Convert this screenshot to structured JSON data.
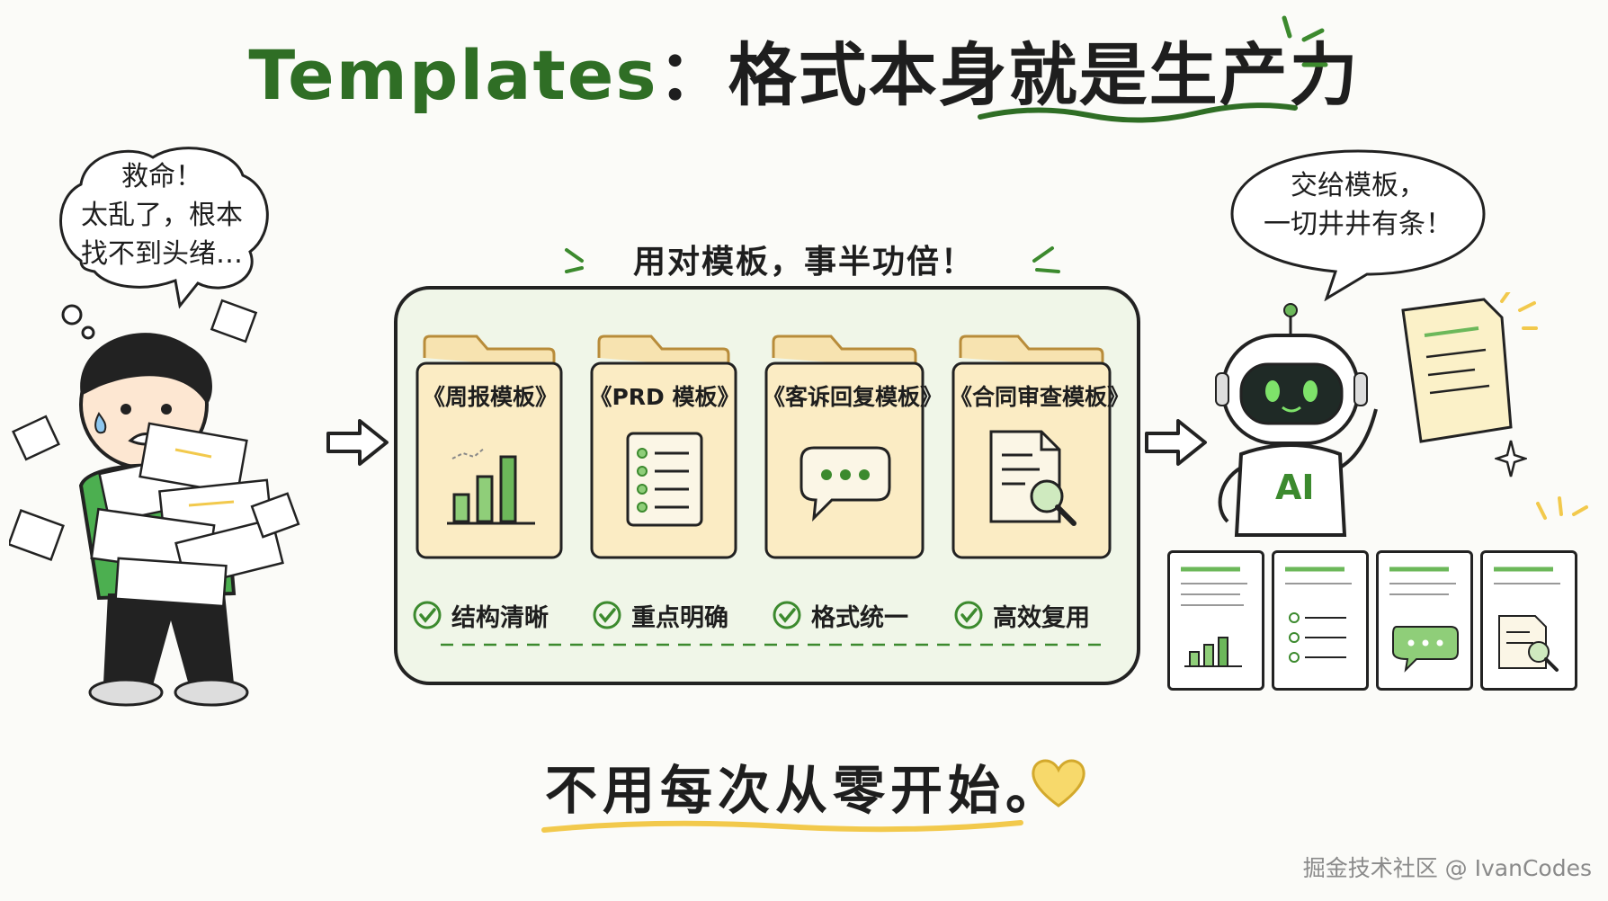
{
  "title": {
    "en": "Templates",
    "sep": "：",
    "cn": "格式本身就是生产力"
  },
  "left_bubble": {
    "lines": [
      "救命！",
      "太乱了，根本",
      "找不到头绪…"
    ]
  },
  "right_bubble": {
    "lines": [
      "交给模板，",
      "一切井井有条！"
    ]
  },
  "tagline": "用对模板，事半功倍！",
  "templates": [
    {
      "title": "《周报模板》",
      "icon": "bar-chart-icon",
      "feature": "结构清晰"
    },
    {
      "title": "《PRD 模板》",
      "icon": "checklist-icon",
      "feature": "重点明确"
    },
    {
      "title": "《客诉回复模板》",
      "icon": "chat-bubble-icon",
      "feature": "格式统一"
    },
    {
      "title": "《合同审查模板》",
      "icon": "document-search-icon",
      "feature": "高效复用"
    }
  ],
  "robot": {
    "label": "AI"
  },
  "bottom_slogan": "不用每次从零开始。",
  "watermark": "掘金技术社区 @ IvanCodes",
  "colors": {
    "green": "#2f6e25",
    "light_green": "#f0f6e8",
    "folder": "#f7e3b0",
    "folder_border": "#b88c3a",
    "highlight": "#f2c94c"
  }
}
